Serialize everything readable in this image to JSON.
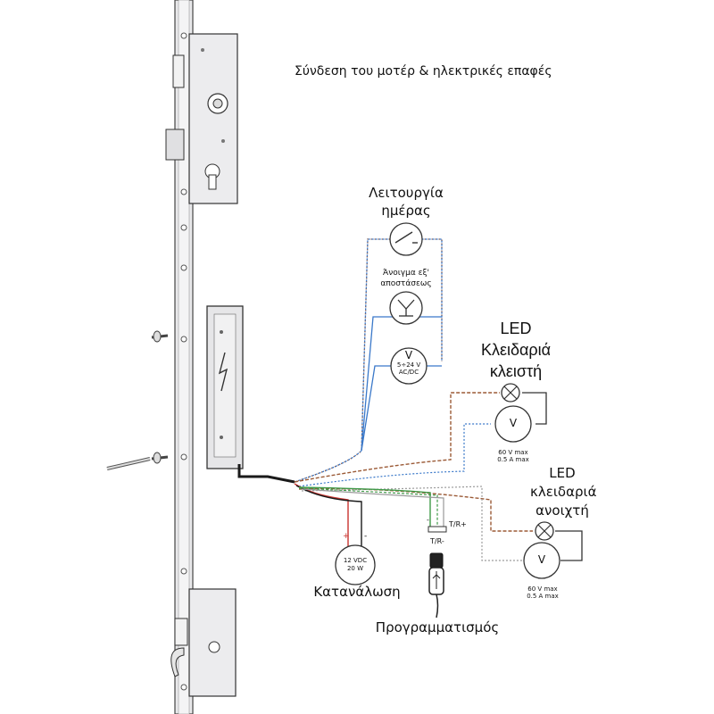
{
  "title": "Σύνδεση του μοτέρ & ηλεκτρικές επαφές",
  "day_mode": {
    "line1": "Λειτουργία",
    "line2": "ημέρας"
  },
  "remote_open": {
    "line1": "Άνοιγμα εξ'",
    "line2": "αποστάσεως"
  },
  "voltmeter_supply": {
    "symbol": "V",
    "line1": "5÷24 V",
    "line2": "AC/DC"
  },
  "led_closed": {
    "line1": "LED",
    "line2": "Κλειδαριά",
    "line3": "κλειστή"
  },
  "led_closed_meter": {
    "symbol": "V",
    "rating1": "60 V max",
    "rating2": "0.5 A max"
  },
  "led_open": {
    "line1": "LED",
    "line2": "κλειδαριά",
    "line3": "ανοιχτή"
  },
  "led_open_meter": {
    "symbol": "V",
    "rating1": "60 V max",
    "rating2": "0.5 A max"
  },
  "power": {
    "plus": "+",
    "minus": "-",
    "line1": "12 VDC",
    "line2": "20 W",
    "label": "Κατανάλωση"
  },
  "programming": {
    "tr_plus": "T/R+",
    "tr_minus": "T/R-",
    "minus": "-",
    "label": "Προγραμματισμός"
  },
  "colors": {
    "wire_blue": "#3a78c9",
    "wire_brown": "#9b5a36",
    "wire_green": "#3f9a48",
    "wire_red": "#c9342f",
    "wire_gray": "#9a9a9a",
    "wire_black": "#1a1a1a",
    "lock_fill": "#e4e4e6",
    "outline": "#333333"
  }
}
